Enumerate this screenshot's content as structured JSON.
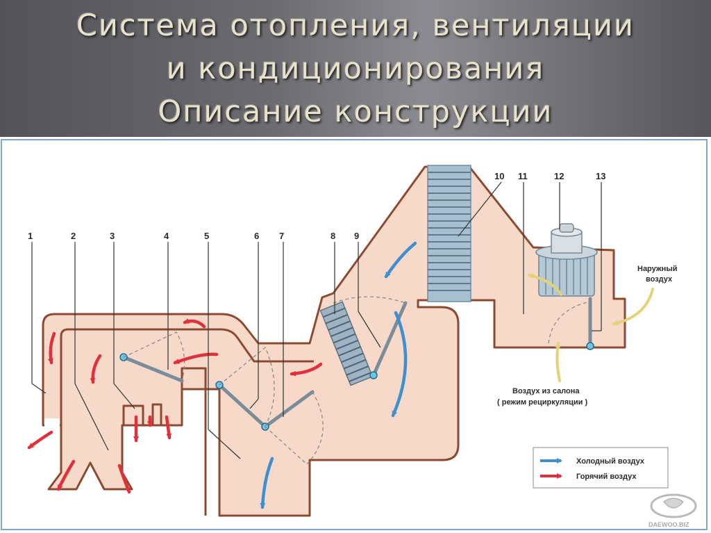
{
  "title": {
    "line1": "Система отопления, вентиляции",
    "line2": "и кондиционирования",
    "line3": "Описание конструкции"
  },
  "diagram": {
    "callouts": [
      "1",
      "2",
      "3",
      "4",
      "5",
      "6",
      "7",
      "8",
      "9",
      "10",
      "11",
      "12",
      "13"
    ],
    "outside_air_line1": "Наружный",
    "outside_air_line2": "воздух",
    "cabin_air_line1": "Воздух из салона",
    "cabin_air_line2": "( режим рециркуляции )"
  },
  "legend": {
    "cold": "Холодный воздух",
    "hot": "Горячий воздух",
    "cold_color": "#3d8fd1",
    "hot_color": "#e0303a"
  },
  "watermark": "DAEWOO.BIZ"
}
